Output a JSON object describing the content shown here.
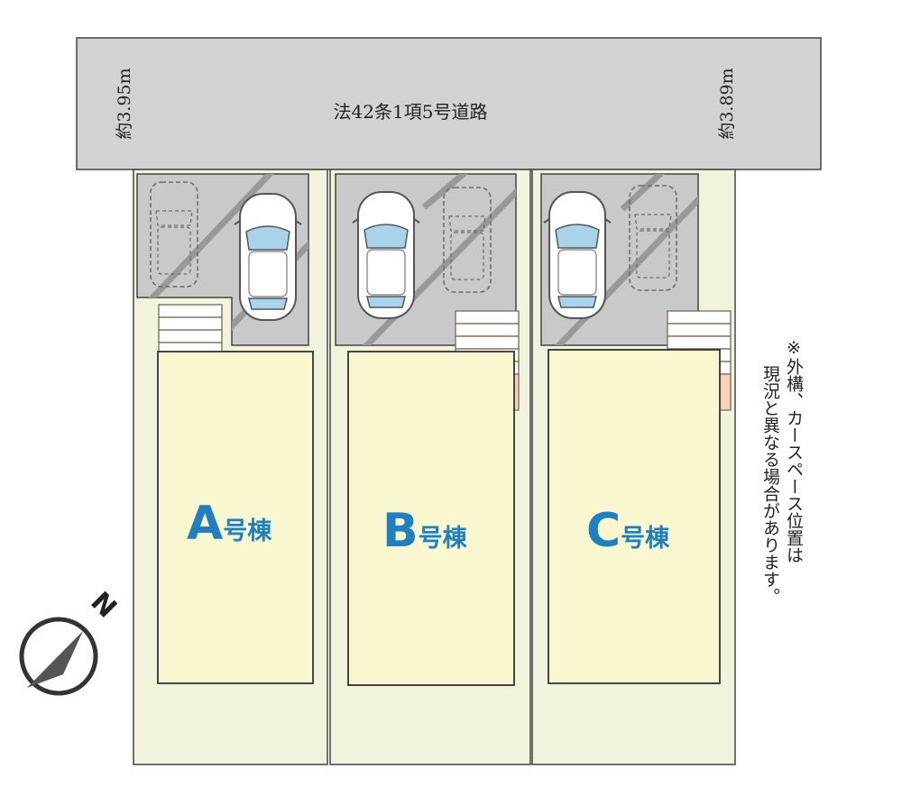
{
  "road": {
    "label": "法42条1項5号道路",
    "width_left": "約3.95m",
    "width_right": "約3.89m"
  },
  "lots": [
    {
      "letter": "A",
      "suffix": "号棟"
    },
    {
      "letter": "B",
      "suffix": "号棟"
    },
    {
      "letter": "C",
      "suffix": "号棟"
    }
  ],
  "note": {
    "lines": [
      "※外構、カースペース位置は",
      "現況と異なる場合があります。"
    ]
  },
  "compass": {
    "label": "N"
  },
  "colors": {
    "road": "#d2d2d2",
    "lot": "#f1f3dc",
    "building": "#f8f7cf",
    "parking": "#c9c9c9",
    "stairs": "#f7d2b8",
    "lot_label": "#1f7fc0"
  }
}
